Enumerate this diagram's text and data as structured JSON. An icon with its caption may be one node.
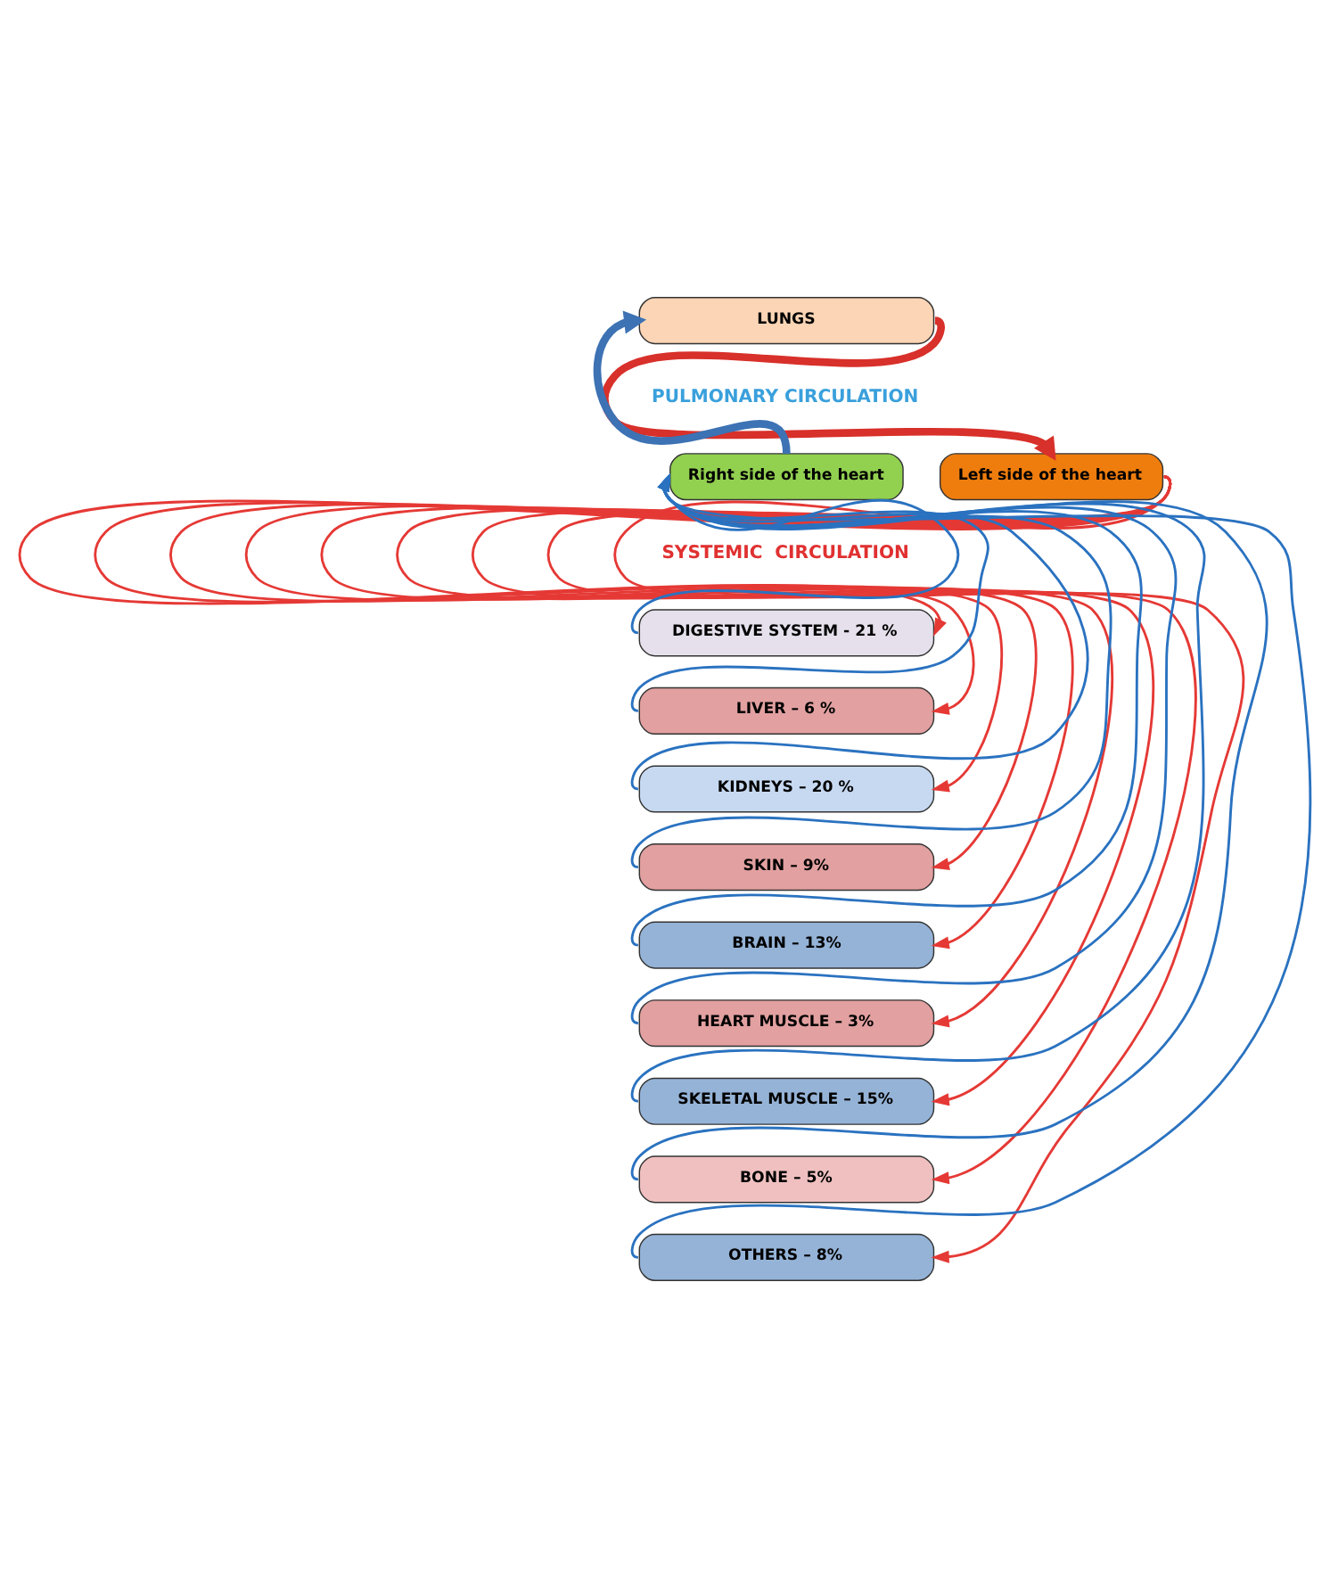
{
  "diagram": {
    "nodes": [
      {
        "text": [
          "LUNGS"
        ]
      },
      {
        "text": [
          "Right side of the heart"
        ]
      },
      {
        "text": [
          "Left side of the heart"
        ]
      },
      {
        "text": [
          "DIGESTIVE SYSTEM - 21 %"
        ]
      },
      {
        "text": [
          "LIVER – 6 %"
        ]
      },
      {
        "text": [
          "KIDNEYS – 20 %"
        ]
      },
      {
        "text": [
          "SKIN – 9%"
        ]
      },
      {
        "text": [
          "BRAIN – 13%"
        ]
      },
      {
        "text": [
          "HEART MUSCLE – 3%"
        ]
      },
      {
        "text": [
          "SKELETAL MUSCLE – 15%"
        ]
      },
      {
        "text": [
          "BONE – 5%"
        ]
      },
      {
        "text": [
          "OTHERS – 8%"
        ]
      }
    ],
    "edges": [
      {
        "from": 1,
        "to": 0,
        "arrow": "to",
        "style": "thick",
        "color": "#3d72b4"
      },
      {
        "from": 0,
        "to": 2,
        "arrow": "to",
        "style": "thick",
        "color": "#d8302a"
      },
      {
        "from": 2,
        "to": 3,
        "arrow": "to",
        "color": "#e53935"
      },
      {
        "from": 2,
        "to": 4,
        "arrow": "to",
        "color": "#e53935"
      },
      {
        "from": 2,
        "to": 5,
        "arrow": "to",
        "color": "#e53935"
      },
      {
        "from": 2,
        "to": 6,
        "arrow": "to",
        "color": "#e53935"
      },
      {
        "from": 2,
        "to": 7,
        "arrow": "to",
        "color": "#e53935"
      },
      {
        "from": 2,
        "to": 8,
        "arrow": "to",
        "color": "#e53935"
      },
      {
        "from": 2,
        "to": 9,
        "arrow": "to",
        "color": "#e53935"
      },
      {
        "from": 2,
        "to": 10,
        "arrow": "to",
        "color": "#e53935"
      },
      {
        "from": 2,
        "to": 11,
        "arrow": "to",
        "color": "#e53935"
      },
      {
        "from": 3,
        "to": 1,
        "arrow": "to",
        "color": "#2a72c0"
      },
      {
        "from": 4,
        "to": 1,
        "arrow": "to",
        "color": "#2a72c0"
      },
      {
        "from": 5,
        "to": 1,
        "arrow": "to",
        "color": "#2a72c0"
      },
      {
        "from": 6,
        "to": 1,
        "arrow": "to",
        "color": "#2a72c0"
      },
      {
        "from": 7,
        "to": 1,
        "arrow": "to",
        "color": "#2a72c0"
      },
      {
        "from": 8,
        "to": 1,
        "arrow": "to",
        "color": "#2a72c0"
      },
      {
        "from": 9,
        "to": 1,
        "arrow": "to",
        "color": "#2a72c0"
      },
      {
        "from": 10,
        "to": 1,
        "arrow": "to",
        "color": "#2a72c0"
      },
      {
        "from": 11,
        "to": 1,
        "arrow": "to",
        "color": "#2a72c0"
      }
    ],
    "labels": [
      "PULMONARY CIRCULATION",
      "SYSTEMIC  CIRCULATION"
    ]
  }
}
